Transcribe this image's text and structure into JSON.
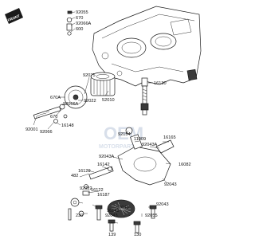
{
  "front_badge": "FRONT",
  "watermark": {
    "brand": "OEM",
    "tagline": "MOTORPARTS"
  },
  "callouts": [
    "92055",
    "670",
    "92066A",
    "600",
    "92075",
    "52010",
    "16130",
    "670A",
    "92022",
    "92066A",
    "670",
    "16148",
    "92001",
    "92066",
    "16165",
    "92154",
    "11009",
    "92043A",
    "92043A",
    "16129",
    "16142",
    "482",
    "92022",
    "16122",
    "16187",
    "92043",
    "92043",
    "92043",
    "16143",
    "230",
    "92043",
    "92055",
    "16082",
    "139",
    "130"
  ]
}
